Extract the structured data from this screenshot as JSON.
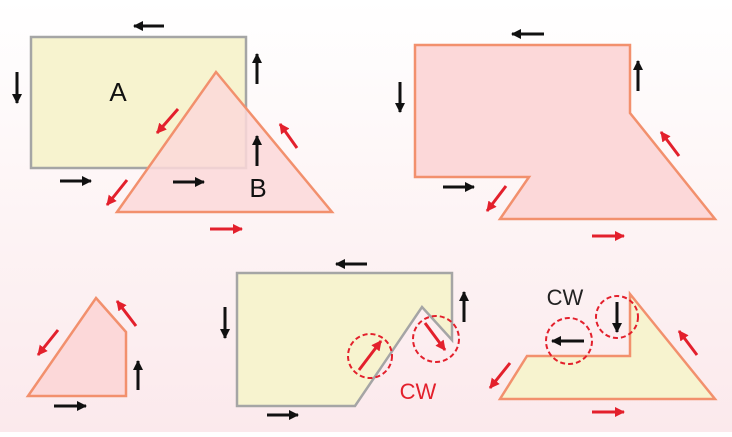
{
  "labels": {
    "shape_a": "A",
    "shape_b": "B",
    "cw_middle": "CW",
    "cw_right": "CW"
  },
  "colors": {
    "background_top": "#ffffff",
    "background_bottom": "#fbe9ec",
    "yellow_fill": "#f7f3cf",
    "yellow_stroke": "#a5a5a5",
    "pink_fill": "#fcd8d9",
    "pink_stroke": "#f2906d",
    "arrow_black": "#111111",
    "arrow_red": "#e3202c",
    "cw_text_red": "#e3202c",
    "cw_text_black": "#222222"
  },
  "arrow_icons": [
    "arrow-left-icon",
    "arrow-right-icon",
    "arrow-up-icon",
    "arrow-down-icon",
    "arrow-diagonal-icon"
  ]
}
